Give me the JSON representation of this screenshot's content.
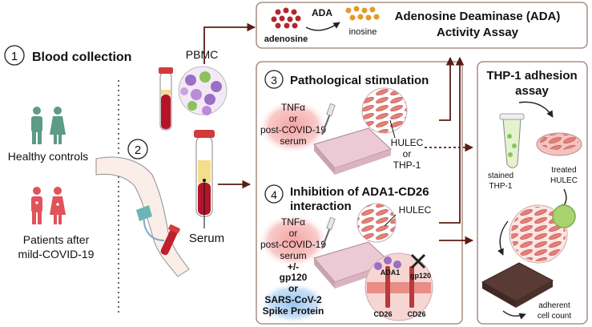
{
  "left_panel": {
    "step1_number": "1",
    "step1_title": "Blood collection",
    "step2_number": "2",
    "healthy_label": "Healthy controls",
    "patients_label_line1": "Patients after",
    "patients_label_line2": "mild-COVID-19",
    "pbmc_label": "PBMC",
    "serum_label": "Serum"
  },
  "ada_panel": {
    "adenosine_label": "adenosine",
    "ada_label": "ADA",
    "inosine_label": "inosine",
    "title_line1": "Adenosine Deaminase (ADA)",
    "title_line2": "Activity Assay"
  },
  "stim_panel": {
    "step3_number": "3",
    "step3_title": "Pathological stimulation",
    "stim_line1": "TNFα",
    "stim_line2": "or",
    "stim_line3": "post-COVID-19",
    "stim_line4": "serum",
    "cell_line1": "HULEC",
    "cell_line2": "or",
    "cell_line3": "THP-1",
    "step4_number": "4",
    "step4_title_line1": "Inhibition of ADA1-CD26",
    "step4_title_line2": "interaction",
    "hulec_label": "HULEC",
    "inh_line1": "TNFα",
    "inh_line2": "or",
    "inh_line3": "post-COVID-19",
    "inh_line4": "serum",
    "inh_line5": "+/-",
    "inh_line6": "gp120",
    "inh_line7": "or",
    "inh_line8": "SARS-CoV-2",
    "inh_line9": "Spike Protein",
    "ada1_label": "ADA1",
    "gp120_label": "gp120",
    "cd26_left": "CD26",
    "cd26_right": "CD26"
  },
  "adhesion_panel": {
    "title_line1": "THP-1 adhesion",
    "title_line2": "assay",
    "stained_line1": "stained",
    "stained_line2": "THP-1",
    "treated_line1": "treated",
    "treated_line2": "HULEC",
    "count_line1": "adherent",
    "count_line2": "cell count"
  },
  "colors": {
    "panel_border": "#9a7b72",
    "arrow": "#5a1e12",
    "red_glow": "#f7b9b9",
    "blue_glow": "#b8d6f5",
    "cell_pink": "#e8827b",
    "plate": "#e9c9d3"
  }
}
